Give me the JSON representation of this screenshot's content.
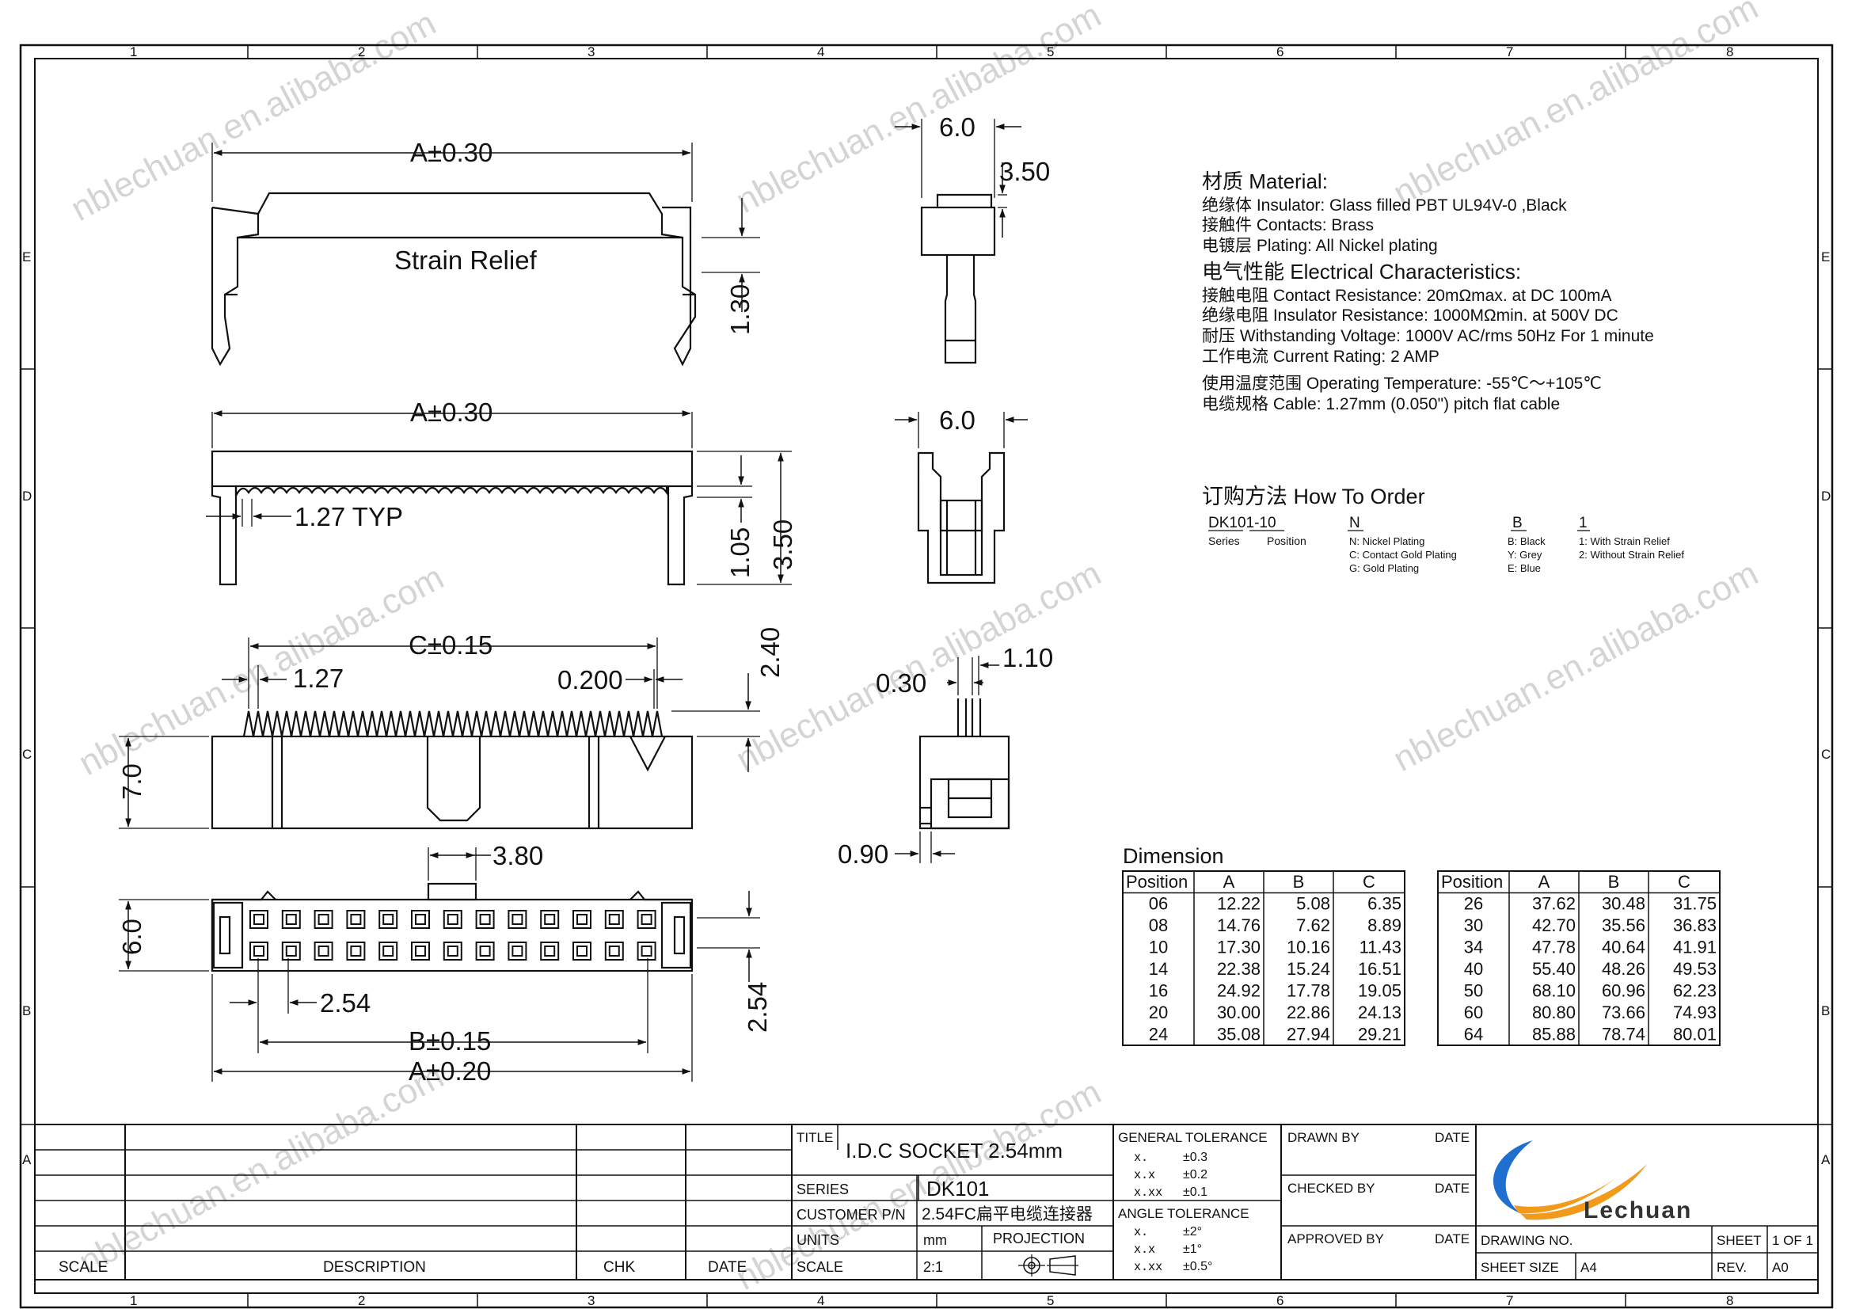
{
  "border": {
    "columns": [
      "1",
      "2",
      "3",
      "4",
      "5",
      "6",
      "7",
      "8"
    ],
    "rows": [
      "E",
      "D",
      "C",
      "B",
      "A"
    ]
  },
  "views": {
    "top": {
      "strain_relief": "Strain Relief",
      "dim_a": "A±0.30",
      "dim_h": "1.30"
    },
    "front": {
      "dim_a": "A±0.30",
      "pitch": "1.27 TYP",
      "dim_105": "1.05",
      "dim_350": "3.50"
    },
    "pins": {
      "dim_c": "C±0.15",
      "pitch": "1.27",
      "dim_200": "0.200",
      "dim_240": "2.40",
      "dim_70": "7.0"
    },
    "bottom": {
      "dim_380": "3.80",
      "dim_60": "6.0",
      "dim_254a": "2.54",
      "dim_254b": "2.54",
      "dim_b": "B±0.15",
      "dim_a": "A±0.20"
    },
    "side1": {
      "dim_60": "6.0",
      "dim_350": "3.50"
    },
    "side2": {
      "dim_60": "6.0"
    },
    "side3": {
      "dim_110": "1.10",
      "dim_030": "0.30",
      "dim_090": "0.90"
    }
  },
  "specs": {
    "material_title": "材质 Material:",
    "insulator": "绝缘体 Insulator: Glass filled PBT UL94V-0 ,Black",
    "contacts": "接触件 Contacts: Brass",
    "plating": "电镀层 Plating:  All Nickel plating",
    "elec_title": "电气性能 Electrical Characteristics:",
    "contact_res": "接触电阻 Contact Resistance: 20mΩmax. at DC 100mA",
    "insul_res": "绝缘电阻 Insulator Resistance: 1000MΩmin. at 500V DC",
    "withstand": "耐压 Withstanding Voltage: 1000V AC/rms 50Hz For 1 minute",
    "current": "工作电流 Current Rating: 2 AMP",
    "temp": "使用温度范围 Operating Temperature: -55℃～+105℃",
    "cable": "电缆规格 Cable: 1.27mm (0.050\") pitch flat cable"
  },
  "order": {
    "title": "订购方法 How To Order",
    "code": "DK101-10",
    "n_code": "N",
    "b_code": "B",
    "one_code": "1",
    "series": "Series",
    "position": "Position",
    "plating_opts": [
      "N: Nickel Plating",
      "C: Contact Gold Plating",
      "G: Gold Plating"
    ],
    "color_opts": [
      "B: Black",
      "Y: Grey",
      "E: Blue"
    ],
    "relief_opts": [
      "1: With Strain Relief",
      "2: Without Strain Relief"
    ]
  },
  "dimension": {
    "title": "Dimension",
    "headers": [
      "Position",
      "A",
      "B",
      "C"
    ],
    "left": [
      [
        "06",
        "12.22",
        "5.08",
        "6.35"
      ],
      [
        "08",
        "14.76",
        "7.62",
        "8.89"
      ],
      [
        "10",
        "17.30",
        "10.16",
        "11.43"
      ],
      [
        "14",
        "22.38",
        "15.24",
        "16.51"
      ],
      [
        "16",
        "24.92",
        "17.78",
        "19.05"
      ],
      [
        "20",
        "30.00",
        "22.86",
        "24.13"
      ],
      [
        "24",
        "35.08",
        "27.94",
        "29.21"
      ]
    ],
    "right": [
      [
        "26",
        "37.62",
        "30.48",
        "31.75"
      ],
      [
        "30",
        "42.70",
        "35.56",
        "36.83"
      ],
      [
        "34",
        "47.78",
        "40.64",
        "41.91"
      ],
      [
        "40",
        "55.40",
        "48.26",
        "49.53"
      ],
      [
        "50",
        "68.10",
        "60.96",
        "62.23"
      ],
      [
        "60",
        "80.80",
        "73.66",
        "74.93"
      ],
      [
        "64",
        "85.88",
        "78.74",
        "80.01"
      ]
    ]
  },
  "title_block": {
    "scale_h": "SCALE",
    "description_h": "DESCRIPTION",
    "chk_h": "CHK",
    "date_h": "DATE",
    "title_l": "TITLE",
    "title_v": "I.D.C SOCKET 2.54mm",
    "series_l": "SERIES",
    "series_v": "DK101",
    "customer_l": "CUSTOMER P/N",
    "customer_v": "2.54FC扁平电缆连接器",
    "units_l": "UNITS",
    "units_v": "mm",
    "projection_l": "PROJECTION",
    "scale_l": "SCALE",
    "scale_v": "2:1",
    "gen_tol": "GENERAL TOLERANCE",
    "gen_rows": [
      [
        "x.",
        "±0.3"
      ],
      [
        "x.x",
        "±0.2"
      ],
      [
        "x.xx",
        "±0.1"
      ]
    ],
    "ang_tol": "ANGLE TOLERANCE",
    "ang_rows": [
      [
        "x.",
        "±2°"
      ],
      [
        "x.x",
        "±1°"
      ],
      [
        "x.xx",
        "±0.5°"
      ]
    ],
    "drawn_by": "DRAWN BY",
    "checked_by": "CHECKED BY",
    "approved_by": "APPROVED BY",
    "date_l": "DATE",
    "brand": "Lechuan",
    "drawing_no": "DRAWING NO.",
    "sheet_size_l": "SHEET SIZE",
    "sheet_size_v": "A4",
    "sheet_l": "SHEET",
    "sheet_v": "1  OF  1",
    "rev_l": "REV.",
    "rev_v": "A0"
  },
  "watermark": "nblechuan.en.alibaba.com",
  "colors": {
    "line": "#111111",
    "watermark": "#cfcfcf",
    "logo_blue": "#1f6fd1",
    "logo_orange": "#f29a1a"
  }
}
